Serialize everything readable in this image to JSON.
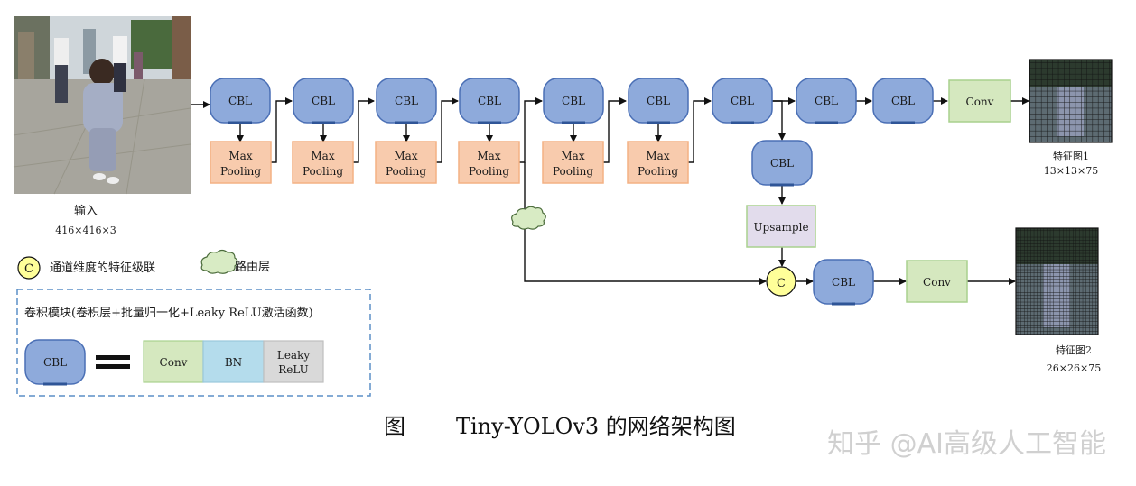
{
  "cbl": "CBL",
  "max_pooling": [
    "Max",
    "Pooling"
  ],
  "conv": "Conv",
  "upsample": "Upsample",
  "concat_symbol": "C",
  "input": {
    "title": "输入",
    "size": "416×416×3"
  },
  "feature1": {
    "title": "特征图1",
    "size": "13×13×75"
  },
  "feature2": {
    "title": "特征图2",
    "size": "26×26×75"
  },
  "legend": {
    "concat": "通道维度的特征级联",
    "route": "路由层"
  },
  "module_box": {
    "title": "卷积模块(卷积层+批量归一化+Leaky ReLU激活函数)",
    "bn": "BN",
    "leaky": [
      "Leaky",
      "ReLU"
    ]
  },
  "caption": {
    "prefix": "图",
    "text": "Tiny-YOLOv3 的网络架构图"
  },
  "watermark": "知乎 @AI高级人工智能",
  "colors": {
    "cbl_fill": "#8eaadb",
    "cbl_stroke": "#4a6fb5",
    "pool_fill": "#f8cbad",
    "pool_stroke": "#f4b183",
    "conv_fill": "#d5e8bf",
    "conv_stroke": "#a9d18e",
    "bn_fill": "#b4dcec",
    "leaky_fill": "#d9d9d9",
    "upsample_fill": "#e2dcec",
    "concat_fill": "#ffff99",
    "cloud_fill": "#d8ebc4"
  }
}
